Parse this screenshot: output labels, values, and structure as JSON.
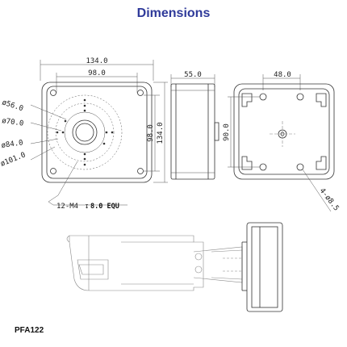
{
  "header": {
    "title": "Dimensions"
  },
  "model": {
    "label": "PFA122"
  },
  "front_view": {
    "width_outer": "134.0",
    "width_inner": "98.0",
    "height_inner": "98.0",
    "height_outer": "134.0",
    "circle_diameters": [
      "ø56.0",
      "ø70.0",
      "ø84.0",
      "ø101.0"
    ],
    "thread_callout_prefix": "12-M4",
    "thread_depth_symbol": "↧",
    "thread_callout_depth": "8.0 EQU"
  },
  "side_view": {
    "depth": "55.0"
  },
  "back_view": {
    "hole_spacing_h": "48.0",
    "hole_spacing_v": "90.0",
    "hole_callout": "4-ø8.5"
  }
}
